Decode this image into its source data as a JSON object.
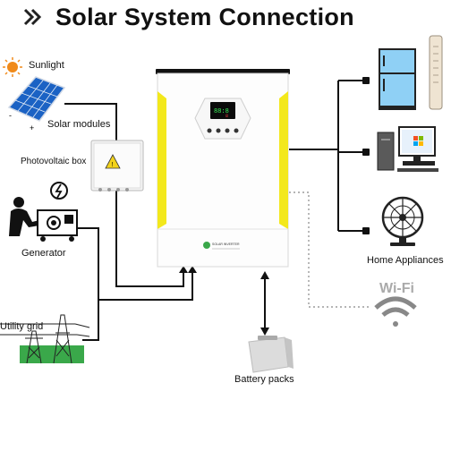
{
  "title": "Solar System Connection",
  "labels": {
    "sunlight": "Sunlight",
    "solar_modules": "Solar modules",
    "pv_box": "Photovoltaic box",
    "generator": "Generator",
    "utility_grid": "Utility grid",
    "battery": "Battery packs",
    "home_appliances": "Home Appliances",
    "wifi": "Wi-Fi"
  },
  "inverter": {
    "brand": "SOLAR INVERTER"
  },
  "colors": {
    "inverter_accent": "#f3e81c",
    "panel_blue": "#1b62c4",
    "fridge_blue": "#8fd0f5",
    "grass_green": "#3aa84a",
    "sun_orange": "#f08a1a"
  }
}
